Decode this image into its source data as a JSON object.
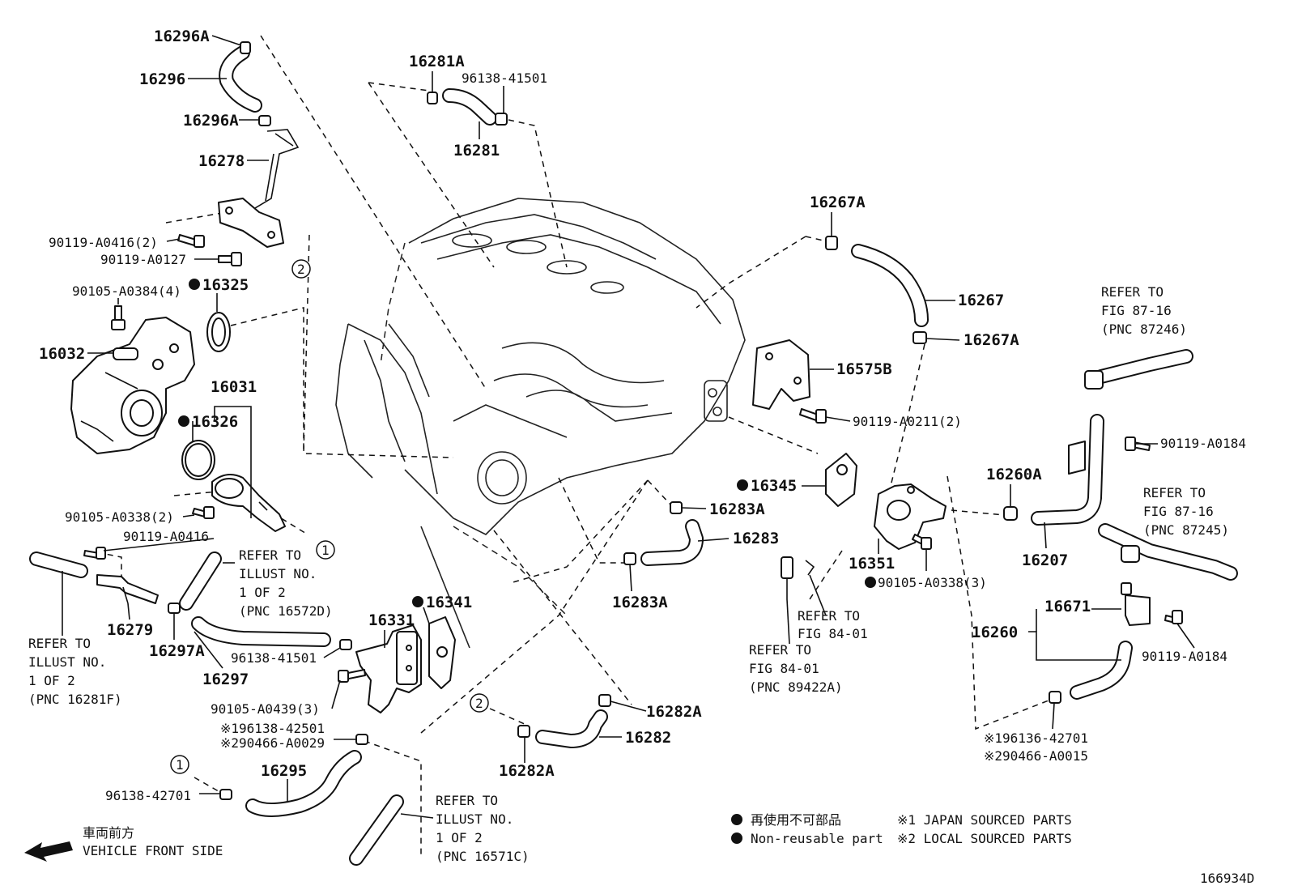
{
  "diagram_id": "166934D",
  "parts": {
    "p16296A_top": "16296A",
    "p16296": "16296",
    "p16296A_mid": "16296A",
    "p16278": "16278",
    "p90119_A0416_2": "90119-A0416(2)",
    "p90119_A0127": "90119-A0127",
    "p90105_A0384_4": "90105-A0384(4)",
    "p16325": "16325",
    "p16032": "16032",
    "p16031": "16031",
    "p16326": "16326",
    "p90105_A0338_2": "90105-A0338(2)",
    "p90119_A0416": "90119-A0416",
    "p16279": "16279",
    "p16297A": "16297A",
    "p16297": "16297",
    "p96138_41501_low": "96138-41501",
    "p16331": "16331",
    "p90105_A0439_3": "90105-A0439(3)",
    "p196138_42501": "※196138-42501",
    "p290466_A0029": "※290466-A0029",
    "p16295": "16295",
    "p96138_42701": "96138-42701",
    "p16281A": "16281A",
    "p96138_41501_top": "96138-41501",
    "p16281": "16281",
    "p16341": "16341",
    "p16283A_top": "16283A",
    "p16283": "16283",
    "p16283A_bot": "16283A",
    "p16282A_top": "16282A",
    "p16282": "16282",
    "p16282A_bot": "16282A",
    "p16267A_top": "16267A",
    "p16267": "16267",
    "p16267A_bot": "16267A",
    "p16575B": "16575B",
    "p90119_A0211_2": "90119-A0211(2)",
    "p16345": "16345",
    "p16351": "16351",
    "p90105_A0338_3": "90105-A0338(3)",
    "p16260A": "16260A",
    "p16207": "16207",
    "p90119_A0184_top": "90119-A0184",
    "p16671": "16671",
    "p16260": "16260",
    "p90119_A0184_bot": "90119-A0184",
    "p196136_42701": "※196136-42701",
    "p290466_A0015": "※290466-A0015"
  },
  "callouts": {
    "one": "1",
    "two": "2"
  },
  "references": {
    "illust_16572D": [
      "REFER TO",
      "ILLUST NO.",
      "1 OF 2",
      "(PNC 16572D)"
    ],
    "illust_16281F": [
      "REFER TO",
      "ILLUST NO.",
      "1 OF 2",
      "(PNC 16281F)"
    ],
    "illust_16571C": [
      "REFER TO",
      "ILLUST NO.",
      "1 OF 2",
      "(PNC 16571C)"
    ],
    "fig_87246": [
      "REFER TO",
      "FIG 87-16",
      "(PNC 87246)"
    ],
    "fig_87245": [
      "REFER TO",
      "FIG 87-16",
      "(PNC 87245)"
    ],
    "fig_8401": [
      "REFER TO",
      "FIG 84-01"
    ],
    "fig_89422A": [
      "REFER TO",
      "FIG 84-01",
      "(PNC 89422A)"
    ]
  },
  "legend": {
    "nonreuse_jp": "再使用不可部品",
    "nonreuse_en": "Non-reusable part",
    "note1": "※1 JAPAN SOURCED PARTS",
    "note2": "※2 LOCAL SOURCED PARTS"
  },
  "front": {
    "jp": "車両前方",
    "en": "VEHICLE FRONT SIDE"
  }
}
